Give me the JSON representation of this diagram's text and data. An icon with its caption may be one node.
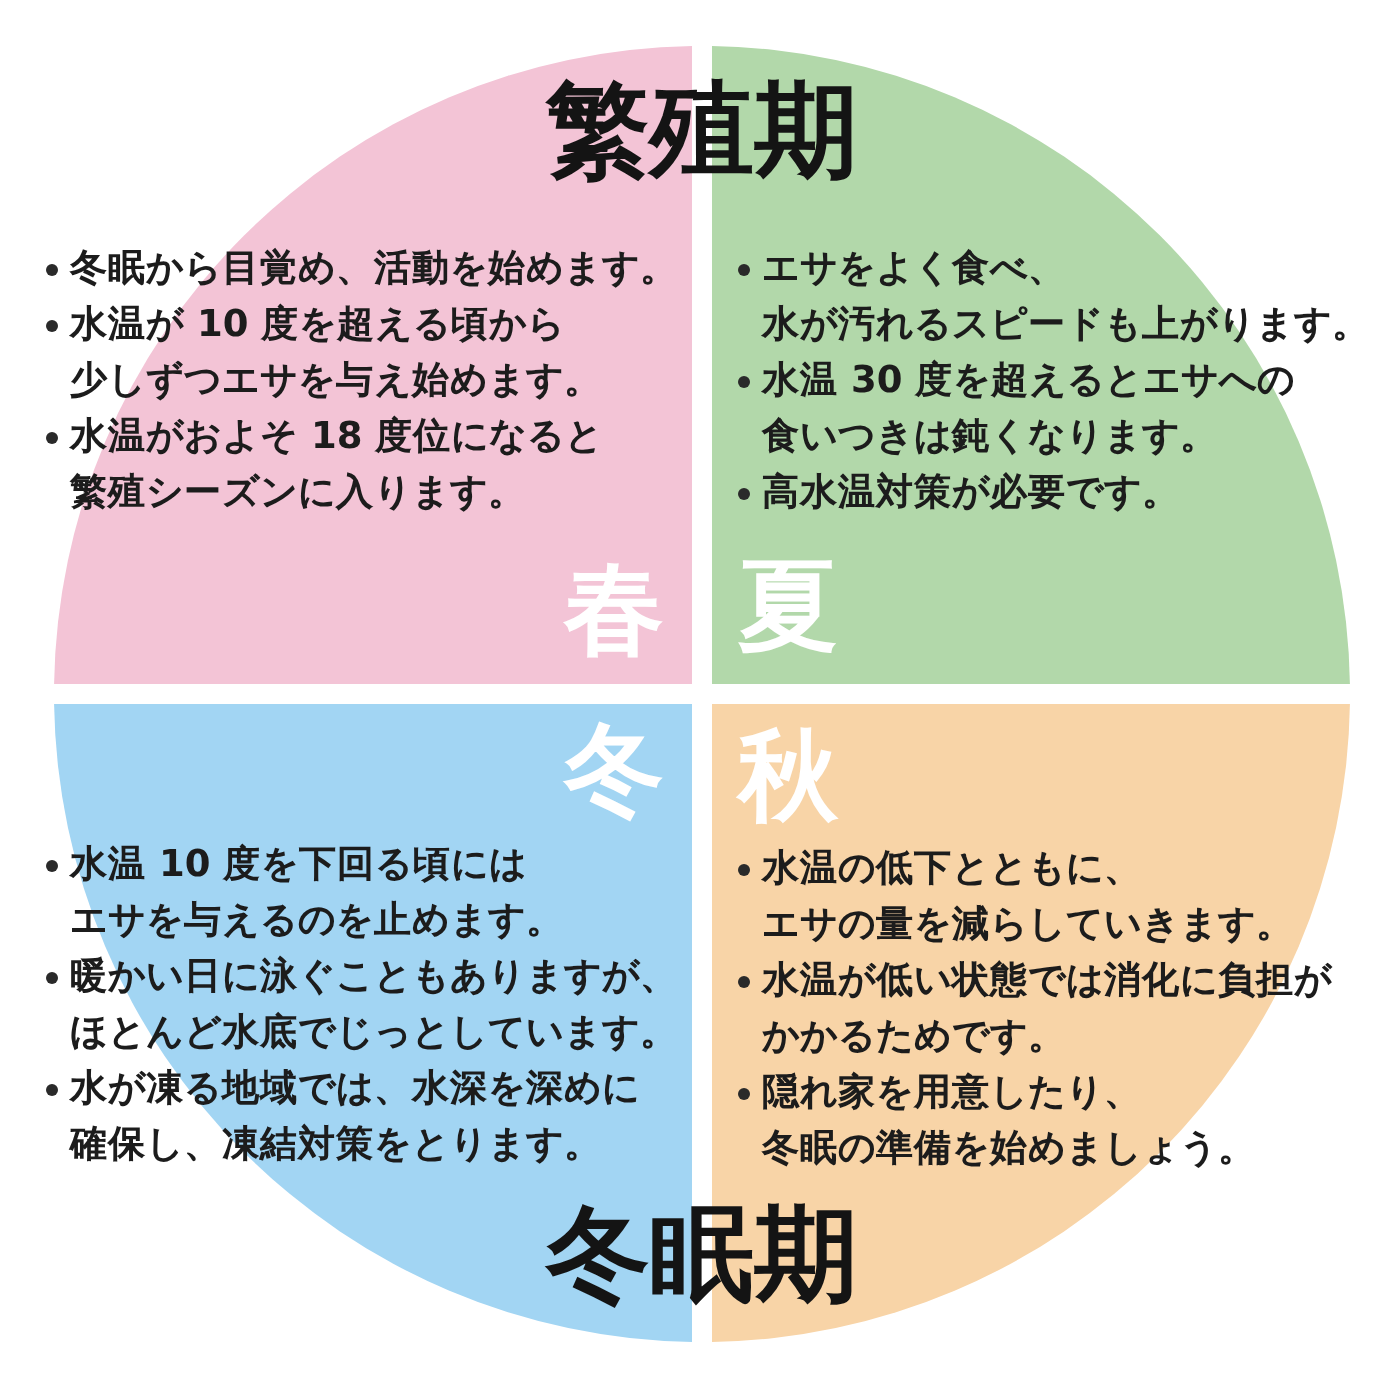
{
  "diagram": {
    "nodes": [
      {
        "text": [
          "冬眠から目覚め、活動を始めます。",
          "水温が 10 度を超える頃から少しずつエサを与え始めます。",
          "水温がおよそ 18 度位になると繁殖シーズンに入ります。",
          "春"
        ]
      },
      {
        "text": [
          "エサをよく食べ、水が汚れるスピードも上がります。",
          "水温 30 度を超えるとエサへの食いつきは鈍くなります。",
          "高水温対策が必要です。",
          "夏"
        ]
      },
      {
        "text": [
          "冬",
          "水温 10 度を下回る頃にはエサを与えるのを止めます。",
          "暖かい日に泳ぐこともありますが、ほとんど水底でじっとしています。",
          "水が凍る地域では、水深を深めに確保し、凍結対策をとります。"
        ]
      },
      {
        "text": [
          "秋",
          "水温の低下とともに、エサの量を減らしていきます。",
          "水温が低い状態では消化に負担がかかるためです。",
          "隠れ家を用意したり、冬眠の準備を始めましょう。"
        ]
      }
    ],
    "labels": [
      "繁殖期",
      "冬眠期"
    ]
  }
}
